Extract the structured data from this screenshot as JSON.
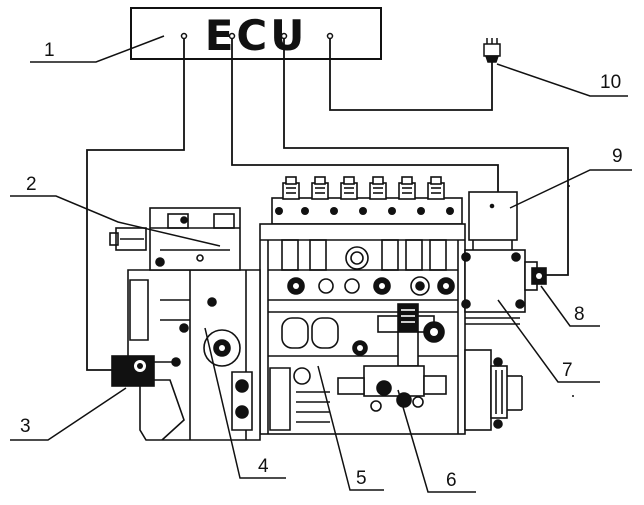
{
  "ecu": {
    "label": "ECU"
  },
  "callouts": [
    {
      "id": "callout-1",
      "number": "1"
    },
    {
      "id": "callout-2",
      "number": "2"
    },
    {
      "id": "callout-3",
      "number": "3"
    },
    {
      "id": "callout-4",
      "number": "4"
    },
    {
      "id": "callout-5",
      "number": "5"
    },
    {
      "id": "callout-6",
      "number": "6"
    },
    {
      "id": "callout-7",
      "number": "7"
    },
    {
      "id": "callout-8",
      "number": "8"
    },
    {
      "id": "callout-9",
      "number": "9"
    },
    {
      "id": "callout-10",
      "number": "10"
    }
  ],
  "colors": {
    "line": "#111111",
    "background": "#ffffff"
  }
}
